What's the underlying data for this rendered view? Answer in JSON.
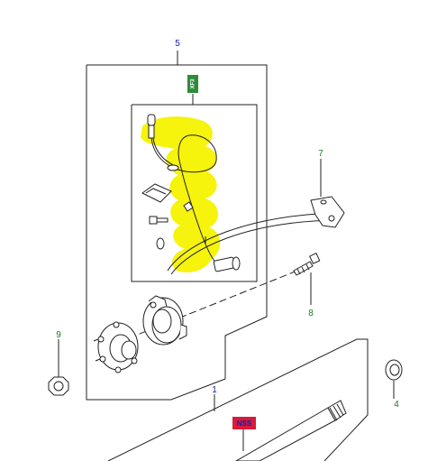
{
  "diagram": {
    "callouts": {
      "c1": "1",
      "c4": "4",
      "c5": "5",
      "c7": "7",
      "c8": "8",
      "c9": "9"
    },
    "tags": {
      "green": "XF3",
      "red": "NSS"
    },
    "colors": {
      "line": "#222222",
      "callout_blue": "#1a1aa6",
      "callout_green": "#1a7a1a",
      "highlight": "#f5f200",
      "tag_green": "#2e8b3a",
      "tag_red": "#d81b3c",
      "tag_red_text": "#1a1aa6"
    }
  }
}
